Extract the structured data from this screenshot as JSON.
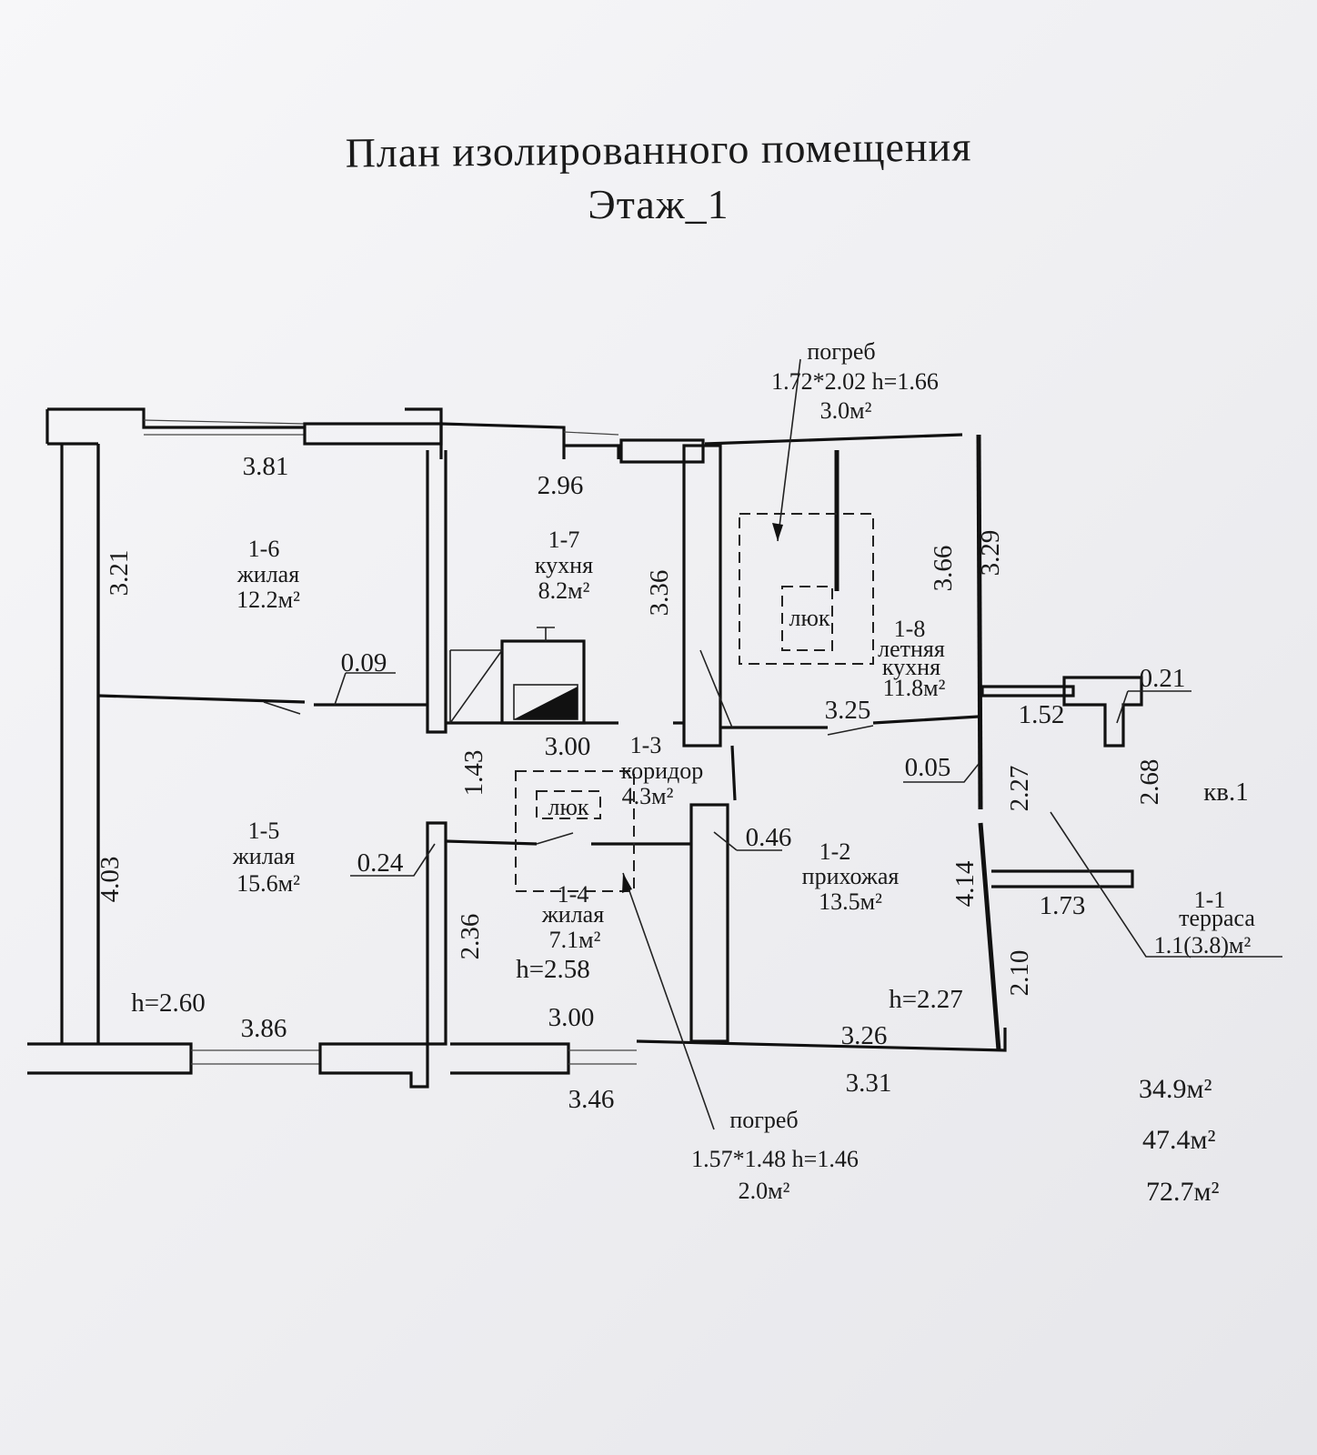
{
  "header": {
    "title": "План изолированного помещения",
    "floor": "Этаж_1"
  },
  "rooms": [
    {
      "id": "1-6",
      "name": "жилая",
      "area": "12.2м²"
    },
    {
      "id": "1-7",
      "name": "кухня",
      "area": "8.2м²"
    },
    {
      "id": "1-8",
      "name": "летняя",
      "name2": "кухня",
      "area": "11.8м²"
    },
    {
      "id": "1-5",
      "name": "жилая",
      "area": "15.6м²"
    },
    {
      "id": "1-3",
      "name": "коридор",
      "area": "4.3м²"
    },
    {
      "id": "1-4",
      "name": "жилая",
      "area": "7.1м²"
    },
    {
      "id": "1-2",
      "name": "прихожая",
      "area": "13.5м²"
    },
    {
      "id": "1-1",
      "name": "терраса",
      "area": "1.1(3.8)м²"
    }
  ],
  "cellars": [
    {
      "label": "погреб",
      "dims": "1.72*2.02 h=1.66",
      "area": "3.0м²",
      "hatch": "люк"
    },
    {
      "label": "погреб",
      "dims": "1.57*1.48 h=1.46",
      "area": "2.0м²",
      "hatch": "люк"
    }
  ],
  "heights": [
    "h=2.60",
    "h=2.58",
    "h=2.27"
  ],
  "dimensions": {
    "d381": "3.81",
    "d296": "2.96",
    "d321": "3.21",
    "d336": "3.36",
    "d366": "3.66",
    "d329": "3.29",
    "d009": "0.09",
    "d325": "3.25",
    "d021": "0.21",
    "d152": "1.52",
    "d300a": "3.00",
    "d143": "1.43",
    "d005": "0.05",
    "d227": "2.27",
    "d268": "2.68",
    "d046": "0.46",
    "d024": "0.24",
    "d403": "4.03",
    "d414": "4.14",
    "d173": "1.73",
    "d236": "2.36",
    "d210": "2.10",
    "d300b": "3.00",
    "d386": "3.86",
    "d326": "3.26",
    "d331": "3.31",
    "d346": "3.46"
  },
  "apartment": "кв.1",
  "totals": [
    "34.9м²",
    "47.4м²",
    "72.7м²"
  ]
}
